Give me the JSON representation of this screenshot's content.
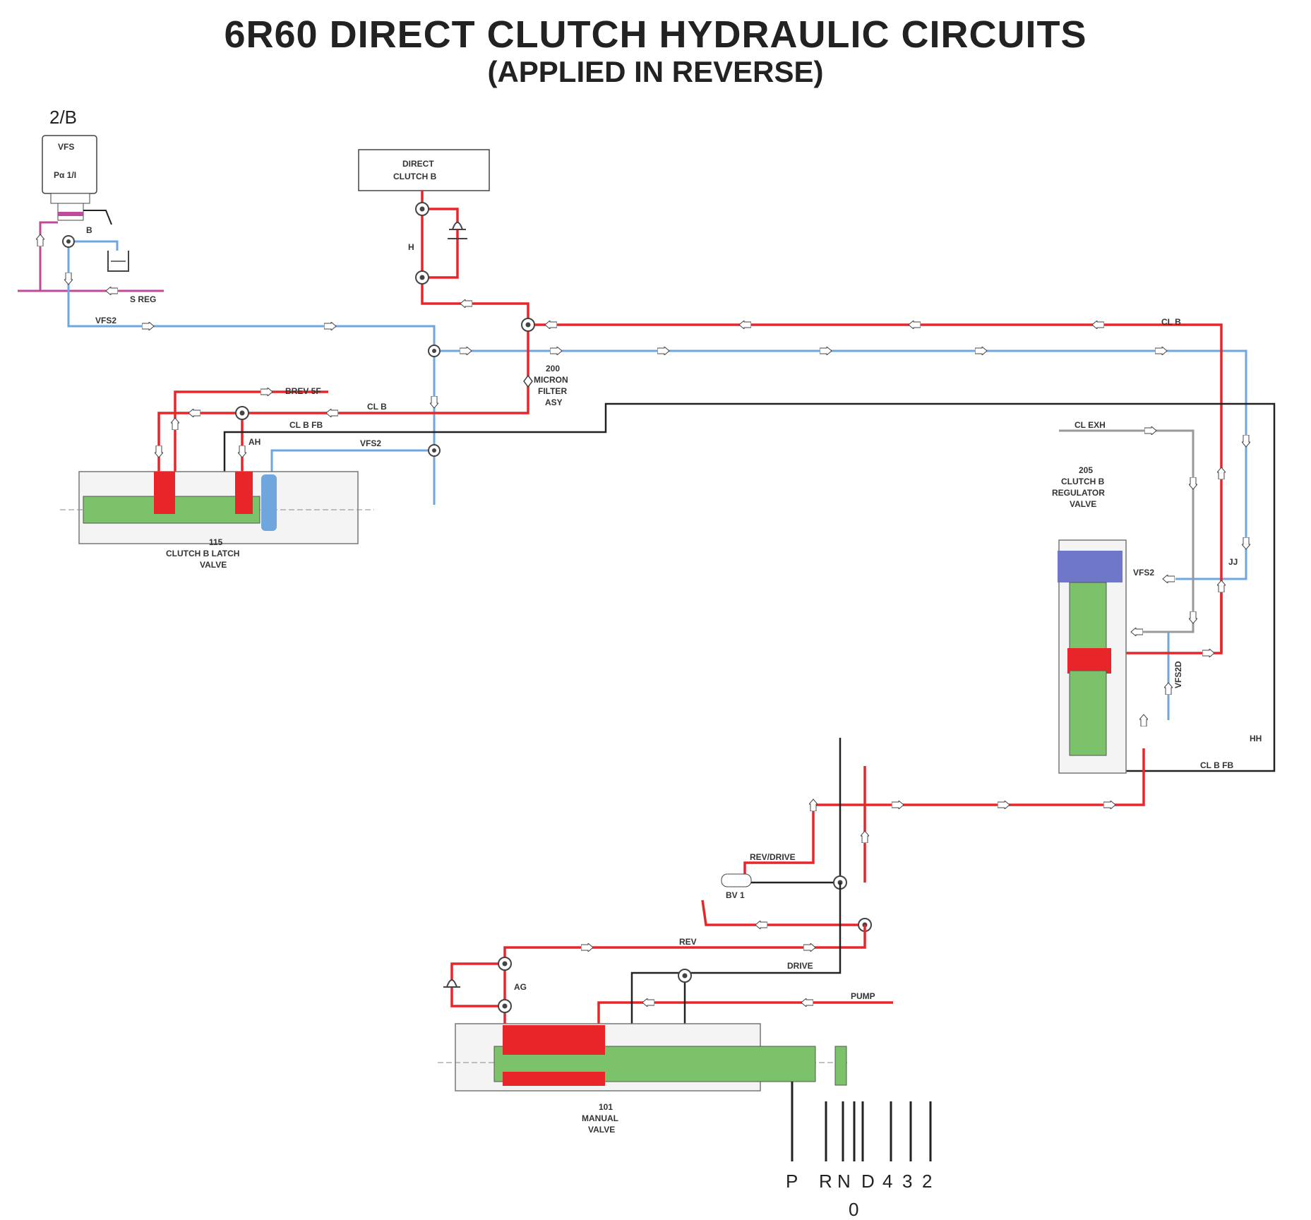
{
  "title": "6R60 DIRECT CLUTCH HYDRAULIC CIRCUITS",
  "subtitle": "(APPLIED IN REVERSE)",
  "colors": {
    "pressure_red": "#e8262a",
    "vfs_blue": "#6fa6dd",
    "sreg_magenta": "#c04a9a",
    "exhaust_black": "#222222",
    "valve_green": "#7cc26a",
    "valve_purple": "#6f78c8"
  },
  "solenoid": {
    "id": "2/B",
    "name": "VFS",
    "formula": "Pα 1/I",
    "port_b": "B"
  },
  "direct_clutch": {
    "line1": "DIRECT",
    "line2": "CLUTCH B"
  },
  "filter": {
    "line1": "200",
    "line2": "MICRON",
    "line3": "FILTER",
    "line4": "ASY"
  },
  "latch_valve": {
    "line1": "115",
    "line2": "CLUTCH B LATCH",
    "line3": "VALVE"
  },
  "regulator_valve": {
    "line1": "205",
    "line2": "CLUTCH B",
    "line3": "REGULATOR",
    "line4": "VALVE"
  },
  "manual_valve": {
    "line1": "101",
    "line2": "MANUAL",
    "line3": "VALVE"
  },
  "circuits": {
    "s_reg": "S REG",
    "vfs2": "VFS2",
    "cl_b": "CL B",
    "cl_b_fb": "CL B FB",
    "brev_5f": "BREV 5F",
    "cl_exh": "CL EXH",
    "vfs2d": "VFS2D",
    "rev_drive": "REV/DRIVE",
    "rev": "REV",
    "drive": "DRIVE",
    "pump": "PUMP",
    "bv1": "BV 1"
  },
  "test_points": {
    "h": "H",
    "ah": "AH",
    "jj": "JJ",
    "hh": "HH",
    "ag": "AG"
  },
  "gear_positions": [
    "P",
    "R",
    "N",
    "D",
    "4",
    "3",
    "2"
  ],
  "neutral_sub": "0"
}
